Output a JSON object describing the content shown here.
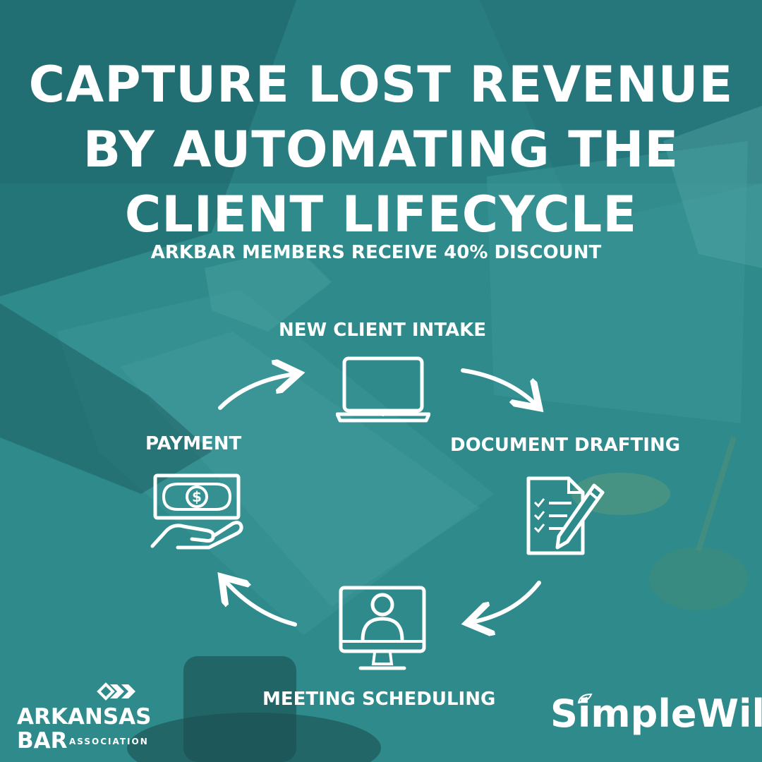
{
  "headline": {
    "line1": "CAPTURE LOST REVENUE",
    "line2": "BY AUTOMATING THE",
    "line3": "CLIENT LIFECYCLE"
  },
  "subhead": "ARKBAR MEMBERS RECEIVE 40% DISCOUNT",
  "cycle": {
    "stage_intake": "NEW CLIENT INTAKE",
    "stage_drafting": "DOCUMENT DRAFTING",
    "stage_scheduling": "MEETING SCHEDULING",
    "stage_payment": "PAYMENT"
  },
  "icons": {
    "intake": "laptop-icon",
    "drafting": "document-pen-icon",
    "scheduling": "video-meeting-monitor-icon",
    "payment": "money-hand-icon",
    "arrows": "curved-arrow-icon"
  },
  "logos": {
    "arkansas_bar_1": "ARKANSAS",
    "arkansas_bar_2": "BAR",
    "arkansas_bar_3": "ASSOCIATION",
    "simplewill": "SimpleWill"
  },
  "colors": {
    "overlay": "#2e8a8b",
    "text": "#ffffff"
  }
}
